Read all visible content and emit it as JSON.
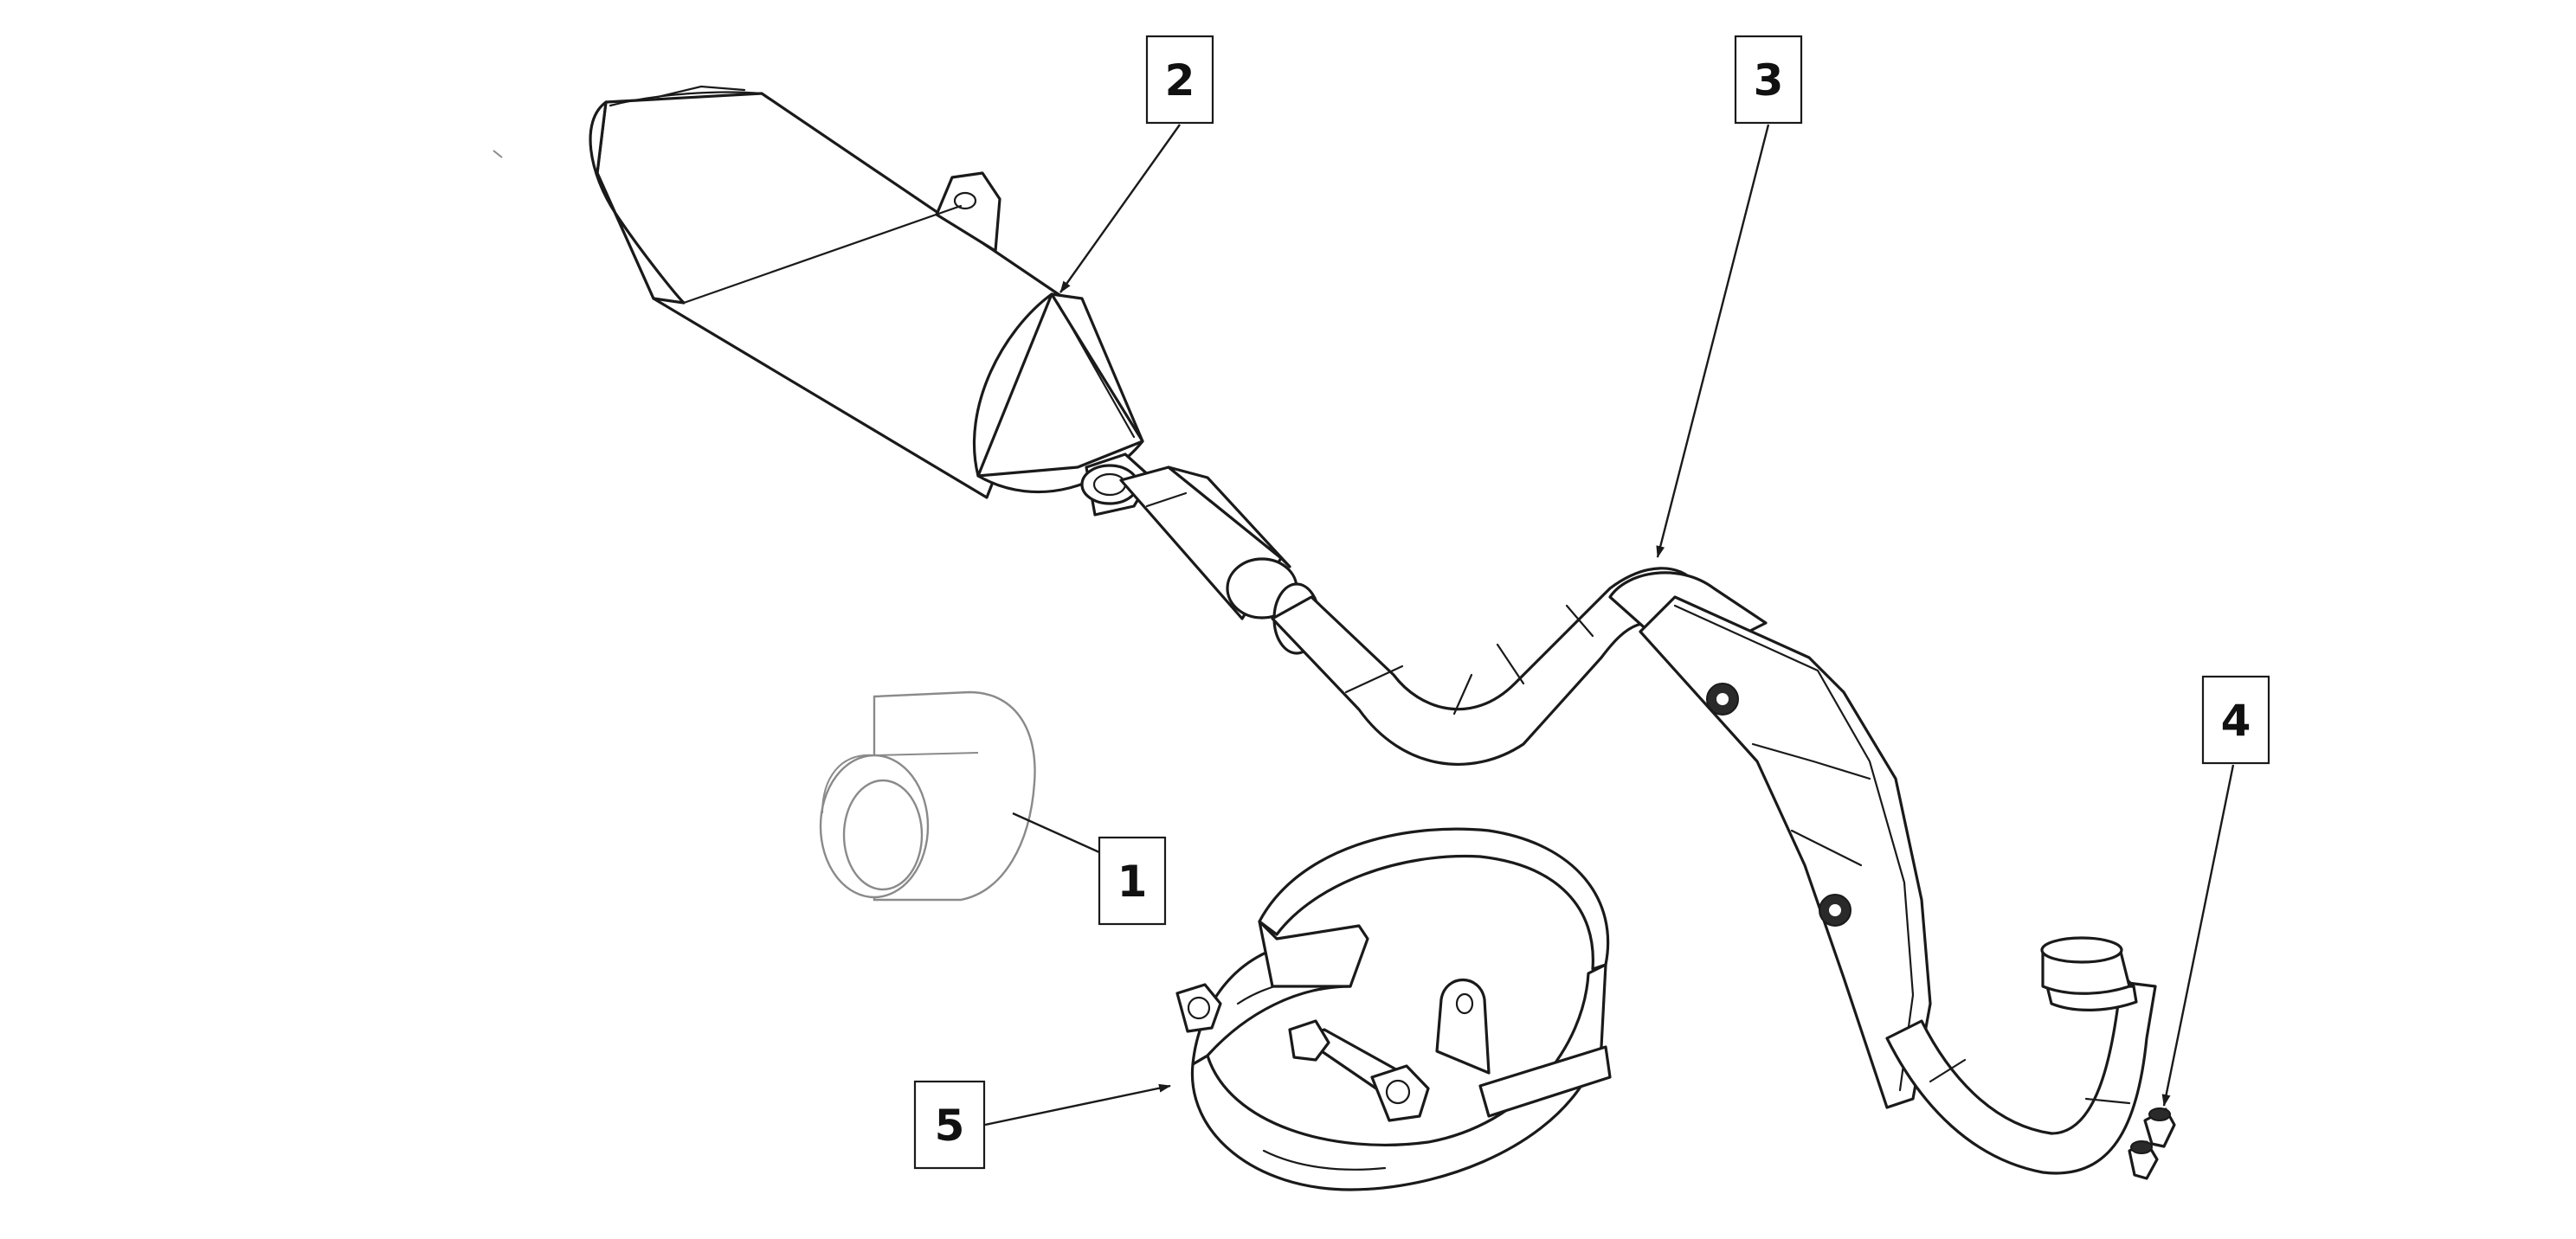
{
  "callouts": [
    {
      "id": "1",
      "label": "1"
    },
    {
      "id": "2",
      "label": "2"
    },
    {
      "id": "3",
      "label": "3"
    },
    {
      "id": "4",
      "label": "4"
    },
    {
      "id": "5",
      "label": "5"
    }
  ],
  "colors": {
    "line": "#1a1a1a",
    "faint": "#8a8a8a",
    "background": "#ffffff"
  }
}
